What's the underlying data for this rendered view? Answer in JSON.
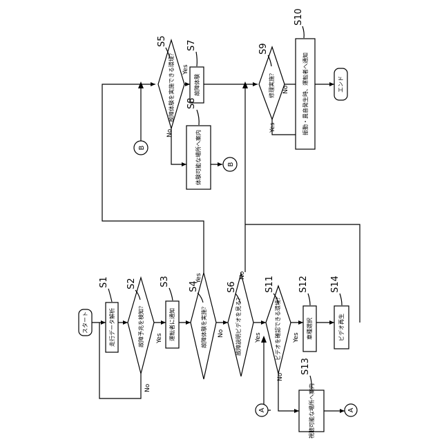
{
  "nodes": {
    "start": "スタート",
    "s1": "走行データ解析",
    "s2": "故障予兆を検知？",
    "s3": "運転者に通知",
    "s4": "故障体験を実施？",
    "s6": "故障説明ビデオを見る？",
    "s11": "ビデオを確認できる環境？",
    "s12": "車種選択",
    "s14": "ビデオ再生",
    "s13": "視聴可能な場所へ案内",
    "s5": "故障体験を実施できる環境？",
    "s7": "故障体験",
    "s8": "体験可能な場所へ案内",
    "s9": "修理実施？",
    "s10": "振動・異音発生時、運転者へ通知",
    "end": "エンド"
  },
  "step_labels": {
    "s1": "S1",
    "s2": "S2",
    "s3": "S3",
    "s4": "S4",
    "s5": "S5",
    "s6": "S6",
    "s7": "S7",
    "s8": "S8",
    "s9": "S9",
    "s10": "S10",
    "s11": "S11",
    "s12": "S12",
    "s13": "S13",
    "s14": "S14"
  },
  "branches": {
    "yes": "Yes",
    "no": "No"
  },
  "connectors": {
    "a": "A",
    "b": "B"
  }
}
